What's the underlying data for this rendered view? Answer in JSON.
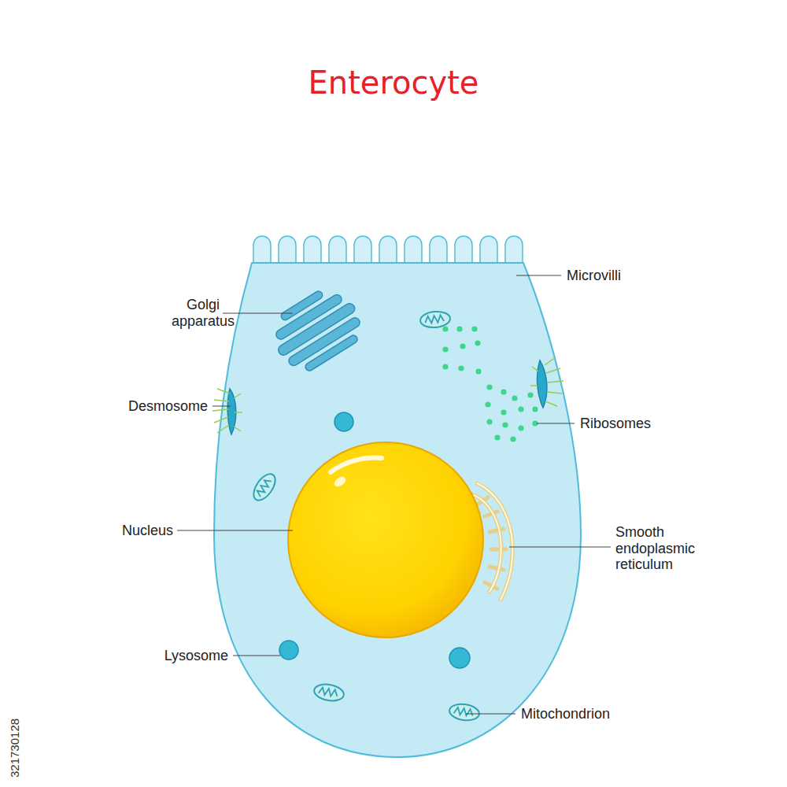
{
  "diagram": {
    "title": "Enterocyte",
    "labels": [
      "Microvilli",
      "Golgi apparatus",
      "Desmosome",
      "Ribosomes",
      "Nucleus",
      "Smooth endoplasmic reticulum",
      "Lysosome",
      "Mitochondrion",
      "321730128"
    ]
  }
}
